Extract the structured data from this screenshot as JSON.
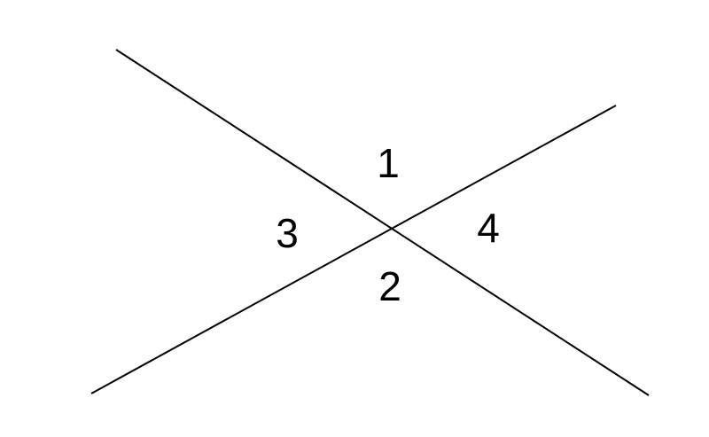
{
  "diagram": {
    "line_color": "#000000",
    "background_color": "#ffffff",
    "lines": [
      {
        "id": "line-a"
      },
      {
        "id": "line-b"
      }
    ],
    "angle_labels": {
      "angle_1": "1",
      "angle_2": "2",
      "angle_3": "3",
      "angle_4": "4"
    }
  }
}
